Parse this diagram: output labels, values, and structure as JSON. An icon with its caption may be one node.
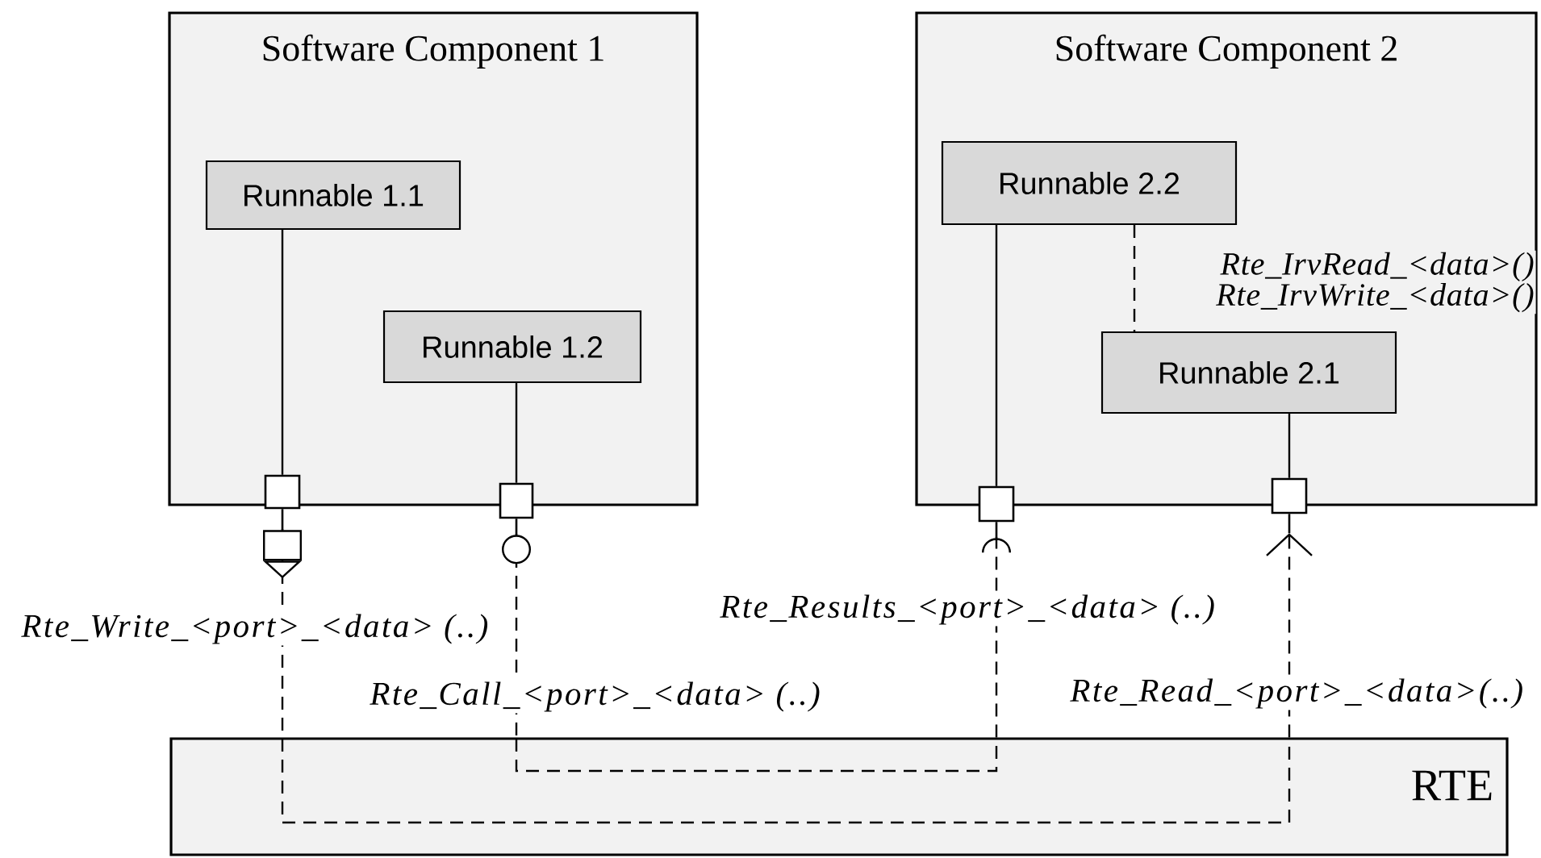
{
  "diagram": {
    "nodes": [
      {
        "text": [
          "Software Component 1"
        ]
      },
      {
        "text": [
          "Runnable 1.1"
        ],
        "in": 0
      },
      {
        "text": [
          "Runnable 1.2"
        ],
        "in": 0
      },
      {
        "text": [
          "Software Component 2"
        ]
      },
      {
        "text": [
          "Runnable 2.2"
        ],
        "in": 3
      },
      {
        "text": [
          "Runnable 2.1"
        ],
        "in": 3
      },
      {
        "text": [
          "RTE"
        ]
      },
      {
        "text": [],
        "shape": "box"
      },
      {
        "text": [],
        "shape": "box"
      },
      {
        "text": [],
        "shape": "box"
      },
      {
        "text": [],
        "shape": "box"
      }
    ],
    "edges": [
      {
        "from": 1,
        "to": 7,
        "arrow": "none"
      },
      {
        "from": 2,
        "to": 8,
        "arrow": "none"
      },
      {
        "from": 4,
        "to": 9,
        "arrow": "none"
      },
      {
        "from": 5,
        "to": 10,
        "arrow": "none"
      },
      {
        "from": 7,
        "to": 6,
        "arrow": "other",
        "style": "dashed",
        "label": "Rte_Write_<port>_<data> (..)"
      },
      {
        "from": 8,
        "to": 6,
        "arrow": "other",
        "style": "dashed",
        "label": "Rte_Call_<port>_<data> (..)"
      },
      {
        "from": 4,
        "to": 5,
        "arrow": "none",
        "style": "dashed",
        "label": "Rte_IrvRead_<data>() Rte_IrvWrite_<data>()"
      },
      {
        "from": 6,
        "to": 9,
        "arrow": "other",
        "style": "dashed",
        "label": "Rte_Results_<port>_<data> (..)"
      },
      {
        "from": 6,
        "to": 10,
        "arrow": "to",
        "style": "dashed",
        "label": "Rte_Read_<port>_<data>(..)"
      }
    ]
  }
}
